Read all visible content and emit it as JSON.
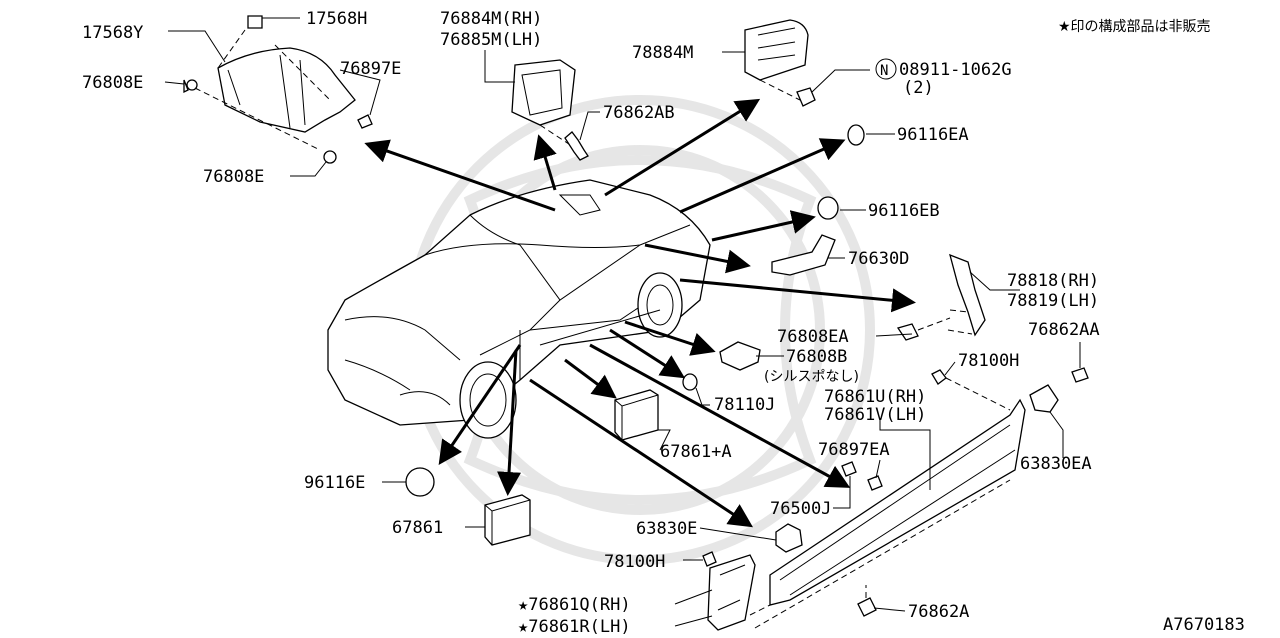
{
  "diagram": {
    "note": "★印の構成部品は非販売",
    "ref_code": "A7670183",
    "labels": {
      "p17568Y": "17568Y",
      "p17568H": "17568H",
      "p76808E_a": "76808E",
      "p76897E": "76897E",
      "p76808E_b": "76808E",
      "p76884M": "76884M(RH)",
      "p76885M": "76885M(LH)",
      "p76862AB": "76862AB",
      "p78884M": "78884M",
      "p08911": "08911-1062G",
      "p08911_qty": "(2)",
      "p08911_mark": "N",
      "p96116EA": "96116EA",
      "p96116EB": "96116EB",
      "p76630D": "76630D",
      "p78818": "78818(RH)",
      "p78819": "78819(LH)",
      "p76808EA": "76808EA",
      "p76862AA": "76862AA",
      "p76808B": "76808B",
      "p76808B_note": "(シルスポなし)",
      "p78100H_a": "78100H",
      "p78110J": "78110J",
      "p76861U": "76861U(RH)",
      "p76861V": "76861V(LH)",
      "p67861A": "67861+A",
      "p76897EA": "76897EA",
      "p63830EA": "63830EA",
      "p96116E": "96116E",
      "p76500J": "76500J",
      "p67861": "67861",
      "p63830E": "63830E",
      "p78100H_b": "78100H",
      "p76861Q": "★76861Q(RH)",
      "p76861R": "★76861R(LH)",
      "p76862A": "76862A"
    }
  }
}
